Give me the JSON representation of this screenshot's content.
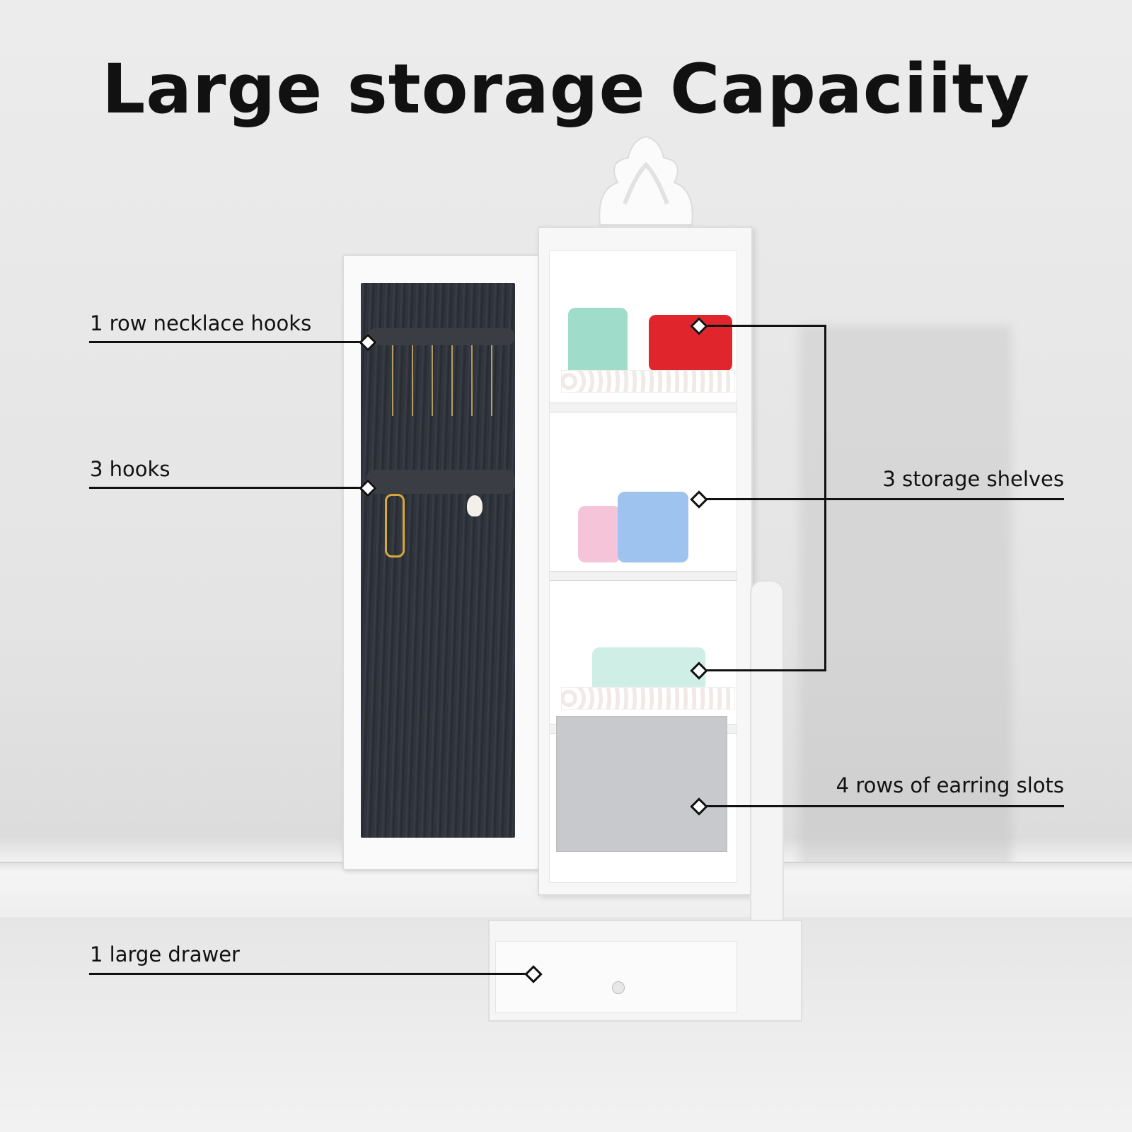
{
  "title": "Large storage Capaciity",
  "callouts": {
    "necklace_hooks": "1 row necklace hooks",
    "hooks": "3 hooks",
    "storage_shelves": "3 storage shelves",
    "earring_slots": "4 rows of earring slots",
    "drawer": "1 large drawer"
  },
  "colors": {
    "text": "#111111",
    "background": "#e8e8e8",
    "door_panel": "#2f333a",
    "cabinet": "#f7f7f7"
  }
}
